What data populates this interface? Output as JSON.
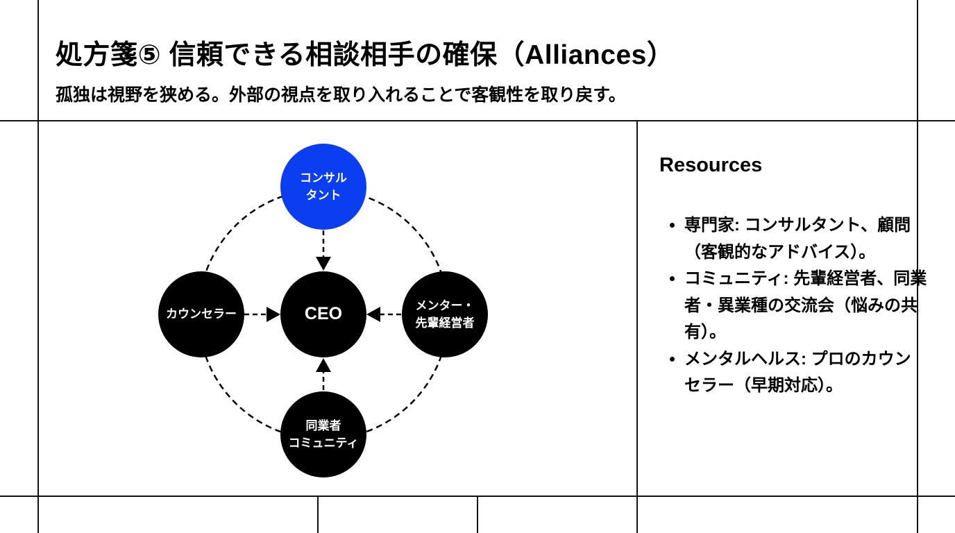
{
  "title": "処方箋⑤ 信頼できる相談相手の確保（Alliances）",
  "subtitle": "孤独は視野を狭める。外部の視点を取り入れることで客観性を取り戻す。",
  "diagram": {
    "center": "CEO",
    "nodes": {
      "top": "コンサル\nタント",
      "left": "カウンセラー",
      "right": "メンター・\n先輩経営者",
      "bottom": "同業者\nコミュニティ"
    },
    "highlight_color": "#0b3ef0"
  },
  "resources": {
    "title": "Resources",
    "items": [
      "専門家: コンサルタント、顧問（客観的なアドバイス）。",
      "コミュニティ: 先輩経営者、同業者・異業種の交流会（悩みの共有）。",
      "メンタルヘルス: プロのカウンセラー（早期対応）。"
    ]
  }
}
